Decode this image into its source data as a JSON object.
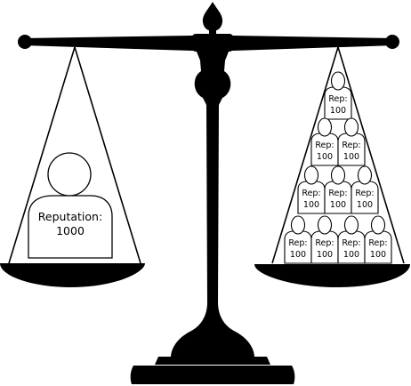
{
  "left_figure": {
    "label_line1": "Reputation:",
    "label_line2": "1000"
  },
  "right_figures": {
    "label_line1": "Rep:",
    "label_line2": "100",
    "rows": [
      1,
      2,
      3,
      4
    ]
  },
  "colors": {
    "scale": "#000000",
    "figure_fill": "#ffffff",
    "figure_stroke": "#000000"
  }
}
